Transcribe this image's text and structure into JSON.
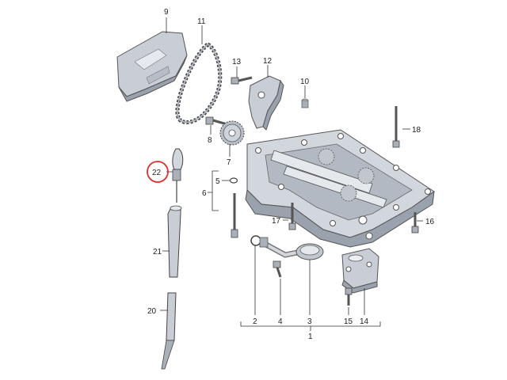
{
  "diagram": {
    "highlight_color": "#d9322f",
    "part_fill": "#d2d6dd",
    "part_shade": "#9aa2ad",
    "labels": {
      "l1": "1",
      "l2": "2",
      "l3": "3",
      "l4": "4",
      "l5": "5",
      "l6": "6",
      "l7": "7",
      "l8": "8",
      "l9": "9",
      "l10": "10",
      "l11": "11",
      "l12": "12",
      "l13": "13",
      "l14": "14",
      "l15": "15",
      "l16": "16",
      "l17": "17",
      "l18": "18",
      "l20": "20",
      "l21": "21",
      "l22": "22"
    }
  }
}
